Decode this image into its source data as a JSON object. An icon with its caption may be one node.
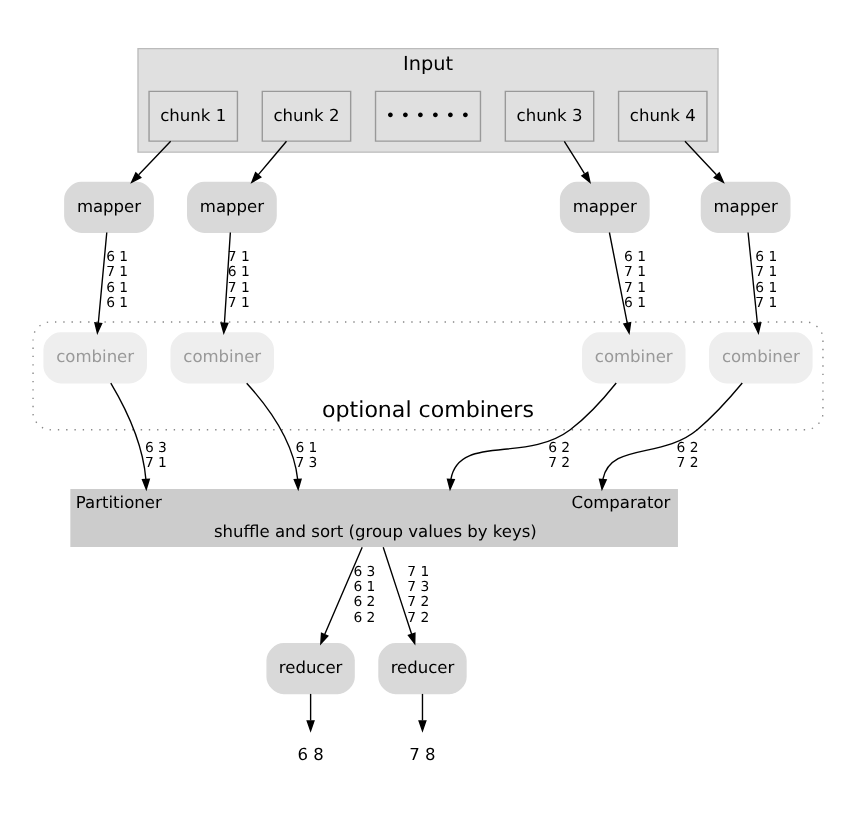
{
  "diagram": {
    "nodes": [
      {
        "text": [
          "Input"
        ]
      },
      {
        "text": [
          "chunk 1"
        ],
        "in": 0
      },
      {
        "text": [
          "chunk 2"
        ],
        "in": 0
      },
      {
        "text": [
          "• • • • • •"
        ],
        "in": 0
      },
      {
        "text": [
          "chunk 3"
        ],
        "in": 0
      },
      {
        "text": [
          "chunk 4"
        ],
        "in": 0
      },
      {
        "text": [
          "mapper"
        ]
      },
      {
        "text": [
          "mapper"
        ]
      },
      {
        "text": [
          "mapper"
        ]
      },
      {
        "text": [
          "mapper"
        ]
      },
      {
        "text": [
          "optional combiners"
        ]
      },
      {
        "text": [
          "combiner"
        ],
        "in": 10
      },
      {
        "text": [
          "combiner"
        ],
        "in": 10
      },
      {
        "text": [
          "combiner"
        ],
        "in": 10
      },
      {
        "text": [
          "combiner"
        ],
        "in": 10
      },
      {
        "text": [
          "Partitioner",
          "Comparator",
          "shuffle and sort (group values by keys)"
        ]
      },
      {
        "text": [
          "reducer"
        ]
      },
      {
        "text": [
          "reducer"
        ]
      },
      {
        "text": [
          "6 8"
        ]
      },
      {
        "text": [
          "7 8"
        ]
      }
    ],
    "edges": [
      {
        "from": 1,
        "to": 6,
        "arrow": "to"
      },
      {
        "from": 2,
        "to": 7,
        "arrow": "to"
      },
      {
        "from": 4,
        "to": 8,
        "arrow": "to"
      },
      {
        "from": 5,
        "to": 9,
        "arrow": "to"
      },
      {
        "from": 6,
        "to": 11,
        "arrow": "to",
        "label": "6 1 7 1 6 1 6 1"
      },
      {
        "from": 7,
        "to": 12,
        "arrow": "to",
        "label": "7 1 6 1 7 1 7 1"
      },
      {
        "from": 8,
        "to": 13,
        "arrow": "to",
        "label": "6 1 7 1 7 1 6 1"
      },
      {
        "from": 9,
        "to": 14,
        "arrow": "to",
        "label": "6 1 7 1 6 1 7 1"
      },
      {
        "from": 11,
        "to": 15,
        "arrow": "to",
        "label": "6 3 7 1"
      },
      {
        "from": 12,
        "to": 15,
        "arrow": "to",
        "label": "6 1 7 3"
      },
      {
        "from": 13,
        "to": 15,
        "arrow": "to",
        "label": "6 2 7 2"
      },
      {
        "from": 14,
        "to": 15,
        "arrow": "to",
        "label": "6 2 7 2"
      },
      {
        "from": 15,
        "to": 16,
        "arrow": "to",
        "label": "6 3 6 1 6 2 6 2"
      },
      {
        "from": 15,
        "to": 17,
        "arrow": "to",
        "label": "7 1 7 3 7 2 7 2"
      },
      {
        "from": 16,
        "to": 18,
        "arrow": "to"
      },
      {
        "from": 17,
        "to": 19,
        "arrow": "to"
      }
    ]
  }
}
